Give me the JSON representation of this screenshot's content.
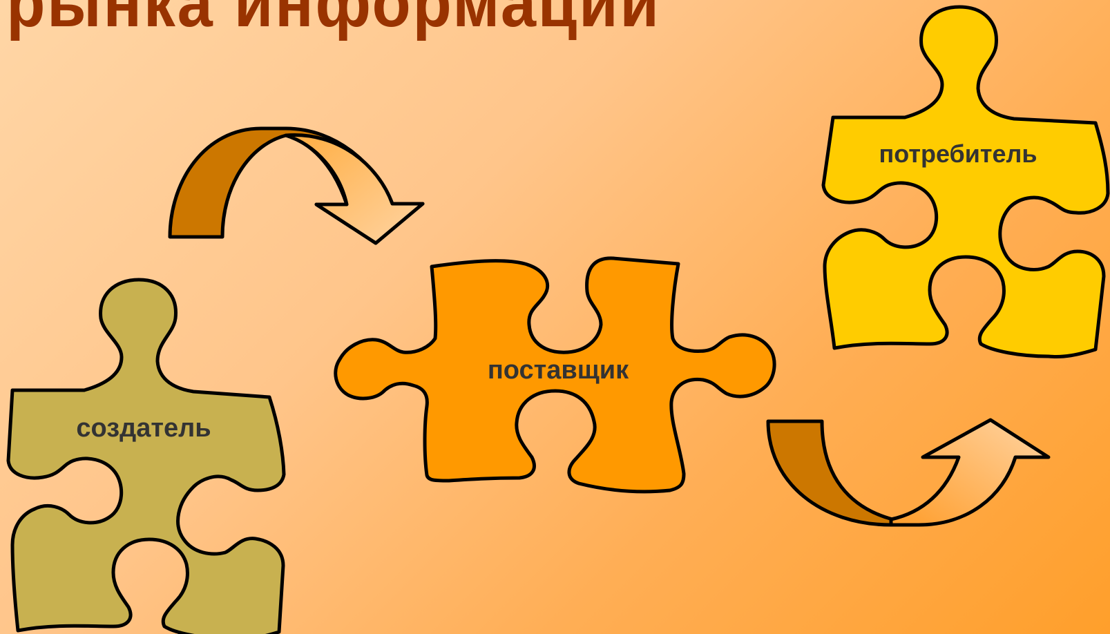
{
  "slide": {
    "title": "рынка информации"
  },
  "diagram": {
    "nodes": [
      {
        "id": "creator",
        "label": "создатель",
        "color": "#c8b150",
        "icon": "puzzle-piece"
      },
      {
        "id": "provider",
        "label": "поставщик",
        "color": "#ff9900",
        "icon": "puzzle-piece"
      },
      {
        "id": "consumer",
        "label": "потребитель",
        "color": "#ffcc00",
        "icon": "puzzle-piece"
      }
    ],
    "edges": [
      {
        "from": "creator",
        "to": "provider",
        "icon": "curved-arrow-down"
      },
      {
        "from": "provider",
        "to": "consumer",
        "icon": "curved-arrow-up"
      }
    ],
    "colors": {
      "title": "#993300",
      "outline": "#000000",
      "arrow_dark": "#cc7700",
      "arrow_light": "#ffc98a",
      "background_light": "#ffd6a6",
      "background_dark": "#ff9f2b"
    }
  }
}
